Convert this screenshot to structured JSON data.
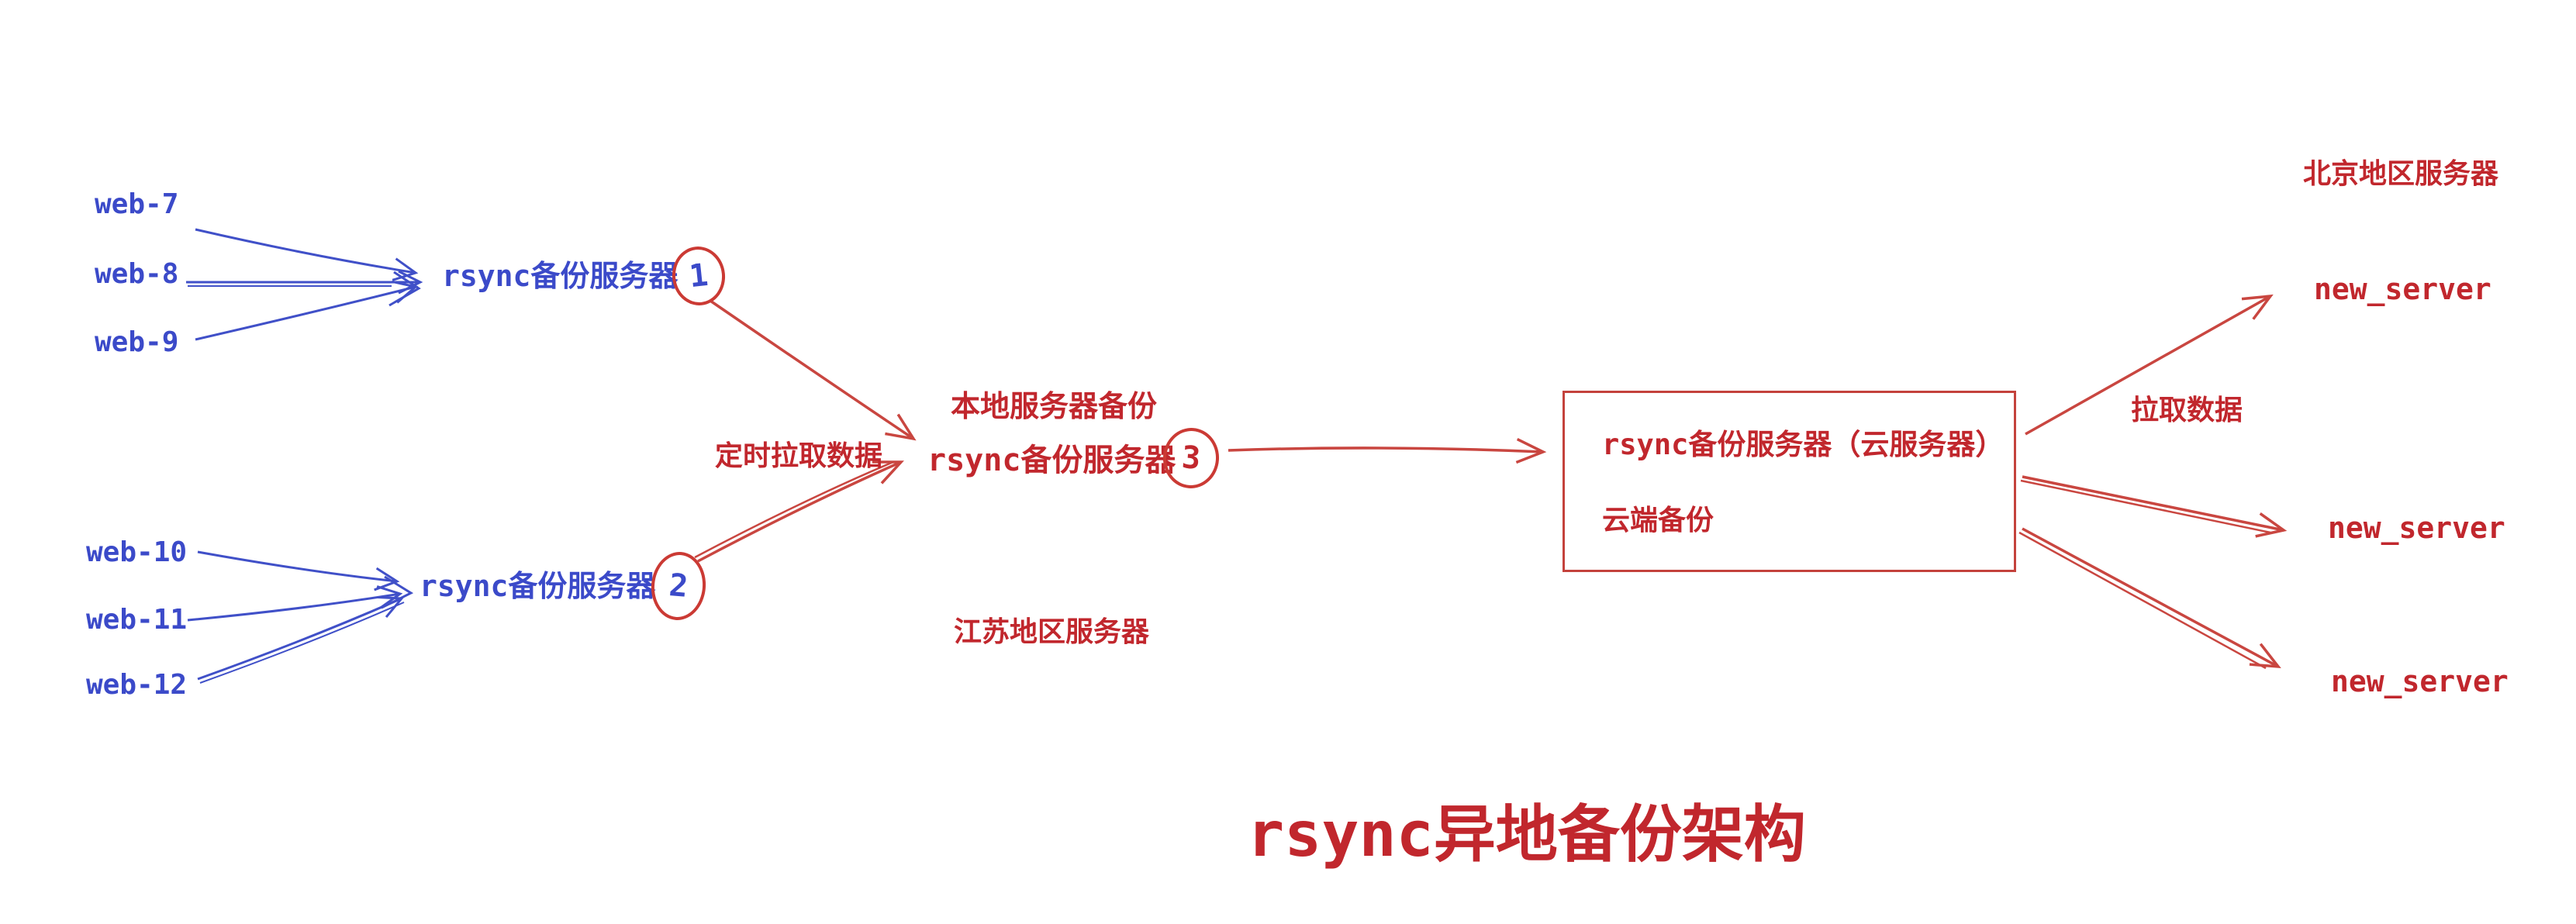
{
  "colors": {
    "blue_text": "#3b4ac9",
    "blue_line": "#4050c8",
    "red_text": "#c1272d",
    "red_line": "#c94640",
    "circle_red": "#cb3a34",
    "background": "#ffffff"
  },
  "title": "rsync异地备份架构",
  "group1": {
    "sources": [
      "web-7",
      "web-8",
      "web-9"
    ],
    "label": "rsync备份服务器",
    "badge": "1"
  },
  "group2": {
    "sources": [
      "web-10",
      "web-11",
      "web-12"
    ],
    "label": "rsync备份服务器",
    "badge": "2"
  },
  "center": {
    "caption": "本地服务器备份",
    "label": "rsync备份服务器",
    "badge": "3",
    "edge_label": "定时拉取数据",
    "region": "江苏地区服务器"
  },
  "cloud": {
    "box_title": "rsync备份服务器（云服务器）",
    "box_subtitle": "云端备份",
    "edge_label": "拉取数据",
    "region": "北京地区服务器",
    "servers": [
      "new_server",
      "new_server",
      "new_server"
    ]
  }
}
